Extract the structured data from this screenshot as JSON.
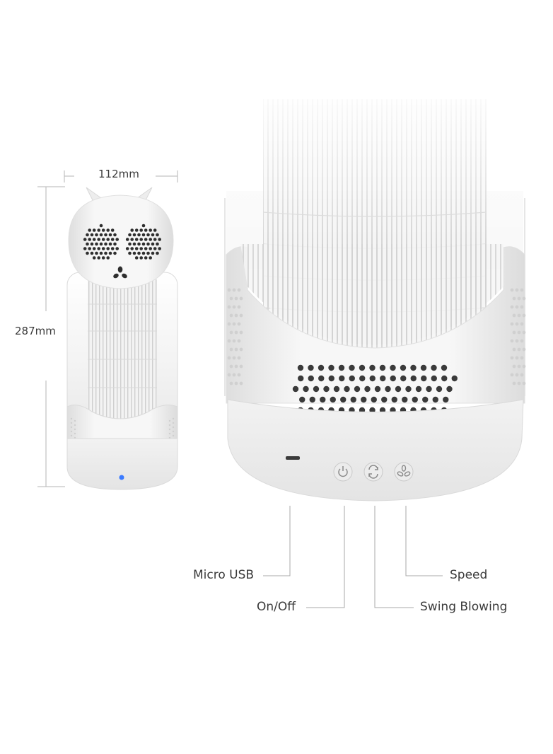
{
  "dimensions": {
    "width": "112mm",
    "height": "287mm"
  },
  "callouts": {
    "micro_usb": "Micro USB",
    "on_off": "On/Off",
    "swing_blowing": "Swing Blowing",
    "speed": "Speed"
  },
  "colors": {
    "body": "#f4f4f4",
    "shade": "#d9d9d9",
    "hole": "#2e2e2e",
    "line": "#9a9a9a",
    "led": "#3b7bff"
  },
  "icons": [
    "power-icon",
    "swing-icon",
    "fan-speed-icon"
  ]
}
